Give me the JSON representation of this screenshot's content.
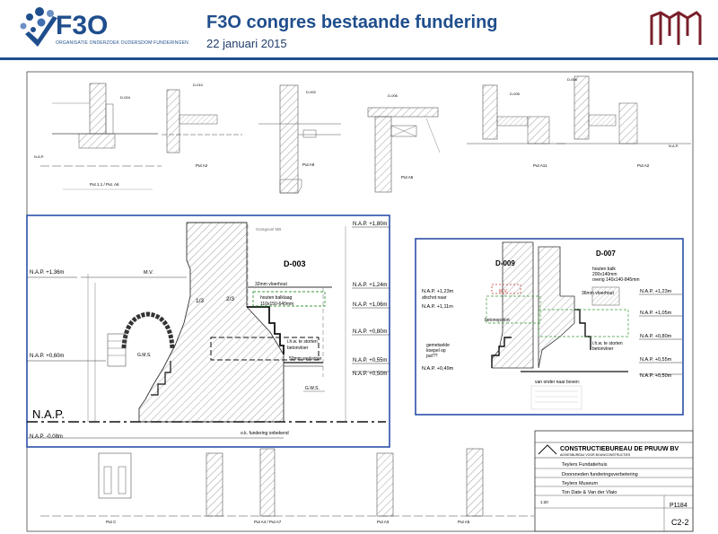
{
  "header": {
    "logo_text": "F3O",
    "logo_subtitle": "ORGANISATIE ONDERZOEK OUDERSDOM FUNDERINGEN",
    "title": "F3O congres bestaande fundering",
    "date": "22 januari 2015"
  },
  "top_details": [
    {
      "id": "d004",
      "label": "D-004"
    },
    {
      "id": "d010",
      "label": "D-010"
    },
    {
      "id": "d002",
      "label": "D-002"
    },
    {
      "id": "d006",
      "label": "D-006"
    },
    {
      "id": "d005",
      "label": "D-005"
    },
    {
      "id": "d008",
      "label": "D-008"
    }
  ],
  "top_captions": [
    {
      "id": "p11",
      "label": "Put 1.1 / Put. A6"
    },
    {
      "id": "pa2",
      "label": "Put A2"
    },
    {
      "id": "pa9",
      "label": "Put A9"
    },
    {
      "id": "pa6",
      "label": "Put A6"
    },
    {
      "id": "pa11",
      "label": "Put A11"
    },
    {
      "id": "pa2b",
      "label": "Put A2"
    },
    {
      "id": "nap1",
      "label": "N.A.P."
    },
    {
      "id": "nap2",
      "label": "N.A.P."
    }
  ],
  "detail_003": {
    "label": "D-003",
    "note_top": "Oostgevel MB",
    "mv": "M.V.",
    "ratio_a": "1/3",
    "ratio_b": "2/3",
    "floor": "32mm vloerhout",
    "beam_1": "houten balklaag",
    "beam_2": "110x150-640mm",
    "pour_1": "i.h.w. te storten",
    "pour_2": "betonvloer",
    "workfloor": "50mm werkvloer",
    "gms": "G.M.S.",
    "gms2": "G.W.S.",
    "foundation": "o.k. fundering onbekend",
    "nap_big": "N.A.P.",
    "left_levels": [
      "N.A.P. +1,36m",
      "N.A.P. +0,60m",
      "N.A.P. -0,08m"
    ],
    "right_levels": [
      "N.A.P. +1,80m",
      "N.A.P. +1,24m",
      "N.A.P. +1,06m",
      "N.A.P. +0,80m",
      "N.A.P. +0,55m",
      "N.A.P. +0,50m"
    ]
  },
  "detail_009": {
    "label": "D-009",
    "levels": [
      "N.A.P. +1,23m",
      "N.A.P. +1,11m",
      "N.A.P. +0,49m"
    ],
    "note_1": "afschot naar",
    "note_2": "gemetselde",
    "note_3": "koepel op",
    "note_4": "put??",
    "mv": "M.V.",
    "beton": "betonopstort"
  },
  "detail_007": {
    "label": "D-007",
    "beam_1": "houten balk",
    "beam_2": "200x140mm",
    "beam_3": "overig 140x140-845mm",
    "floor": "36mm vloerhout",
    "pour_1": "i.h.w. te storten",
    "pour_2": "betonvloer",
    "order": "van onder naar boven:",
    "levels": [
      "N.A.P. +1,23m",
      "N.A.P. +1,05m",
      "N.A.P. +0,80m",
      "N.A.P. +0,55m",
      "N.A.P. +0,50m"
    ]
  },
  "title_block": {
    "company": "CONSTRUCTIEBUREAU DE PRUUW BV",
    "company_sub": "ADVIESBUREAU VOOR BOUWCONSTRUCTIES",
    "project": "Teylers Fundatiehuis",
    "subject": "Doorsneden funderingsverbetering",
    "client": "Teylers Museum",
    "architect": "Ton Date & Van der Vlaio",
    "scale": "1:20",
    "number": "P1184",
    "sheet": "C2-2"
  },
  "bottom_captions": [
    {
      "id": "pc",
      "label": "Put C"
    },
    {
      "id": "pa4",
      "label": "Put A4 / Put A7"
    },
    {
      "id": "pa3",
      "label": "Put A3"
    },
    {
      "id": "pa5",
      "label": "Put A5"
    }
  ]
}
